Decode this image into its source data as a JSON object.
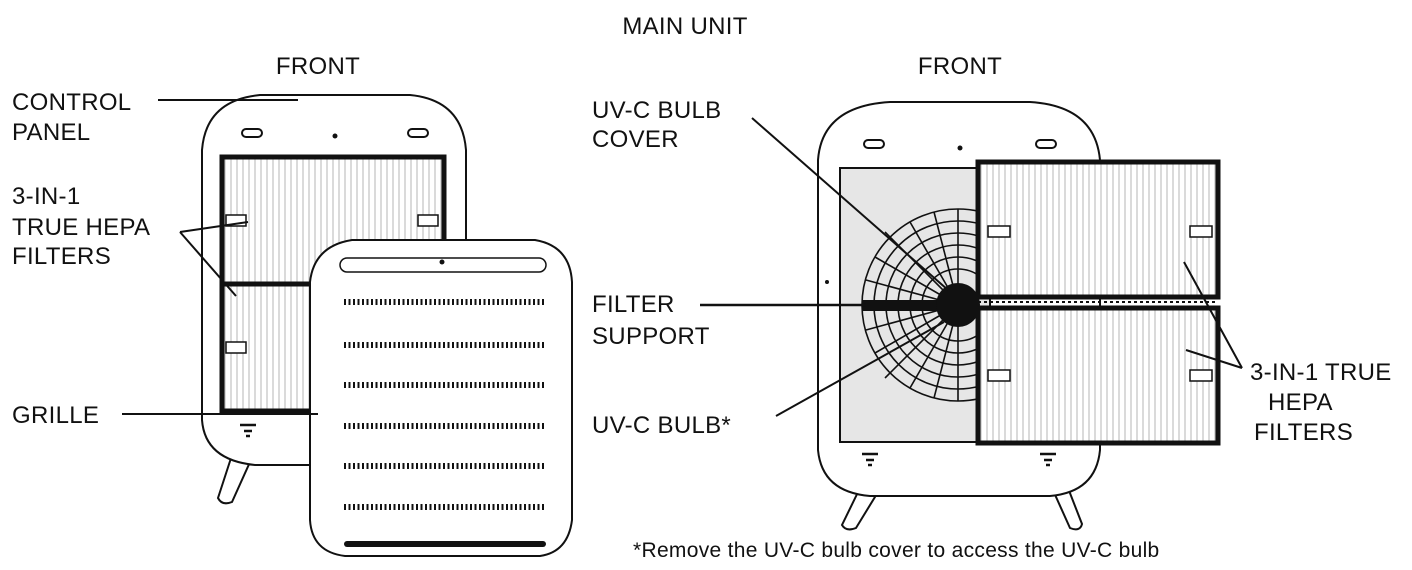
{
  "title": "MAIN UNIT",
  "left_unit": {
    "view_label": "FRONT",
    "callouts": {
      "control_panel": [
        "CONTROL",
        "PANEL"
      ],
      "filters": [
        "3-IN-1",
        "TRUE HEPA",
        "FILTERS"
      ],
      "grille": "GRILLE"
    }
  },
  "right_unit": {
    "view_label": "FRONT",
    "callouts": {
      "bulb_cover": [
        "UV-C BULB",
        "COVER"
      ],
      "filter_support": [
        "FILTER",
        "SUPPORT"
      ],
      "bulb": "UV-C BULB*",
      "filters": [
        "3-IN-1 TRUE",
        "HEPA",
        "FILTERS"
      ]
    }
  },
  "footnote": "*Remove the UV-C bulb cover to access the UV-C bulb",
  "colors": {
    "line": "#111111",
    "panel": "#e6e6e6",
    "filter_bg": "#ffffff",
    "pleat": "#bdbdbd"
  }
}
